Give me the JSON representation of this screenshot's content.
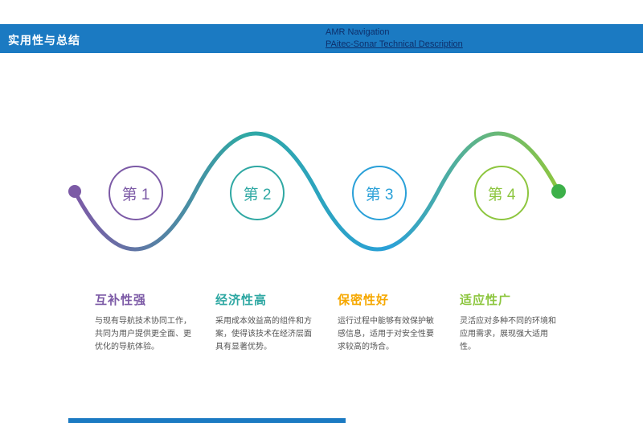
{
  "header": {
    "title": "实用性与总结",
    "bar_color": "#1b7ac2",
    "title_color": "#ffffff",
    "right_line1": "AMR Navigation",
    "right_line2": "PAitec-Sonar Technical Description",
    "right_text_color": "#0d2f6b"
  },
  "wave": {
    "gradient": [
      "#7c5aa6",
      "#2fa8a3",
      "#2aa0d8",
      "#8dc63f"
    ],
    "start_dot_color": "#7c5aa6",
    "end_dot_color": "#3cb049"
  },
  "steps": [
    {
      "circle_label": "第 1",
      "color": "#7c5aa6",
      "heading": "互补性强",
      "heading_color": "#7c5aa6",
      "body": "与现有导航技术协同工作，共同为用户提供更全面、更优化的导航体验。"
    },
    {
      "circle_label": "第 2",
      "color": "#2fa8a3",
      "heading": "经济性高",
      "heading_color": "#2fa8a3",
      "body": "采用成本效益高的组件和方案，使得该技术在经济层面具有显著优势。"
    },
    {
      "circle_label": "第 3",
      "color": "#2aa0d8",
      "heading": "保密性好",
      "heading_color": "#f6a800",
      "body": "运行过程中能够有效保护敏感信息，适用于对安全性要求较高的场合。"
    },
    {
      "circle_label": "第 4",
      "color": "#8dc63f",
      "heading": "适应性广",
      "heading_color": "#8dc63f",
      "body": "灵活应对多种不同的环境和应用需求，展现强大适用性。"
    }
  ],
  "footer": {
    "bar_color": "#1b7ac2"
  }
}
